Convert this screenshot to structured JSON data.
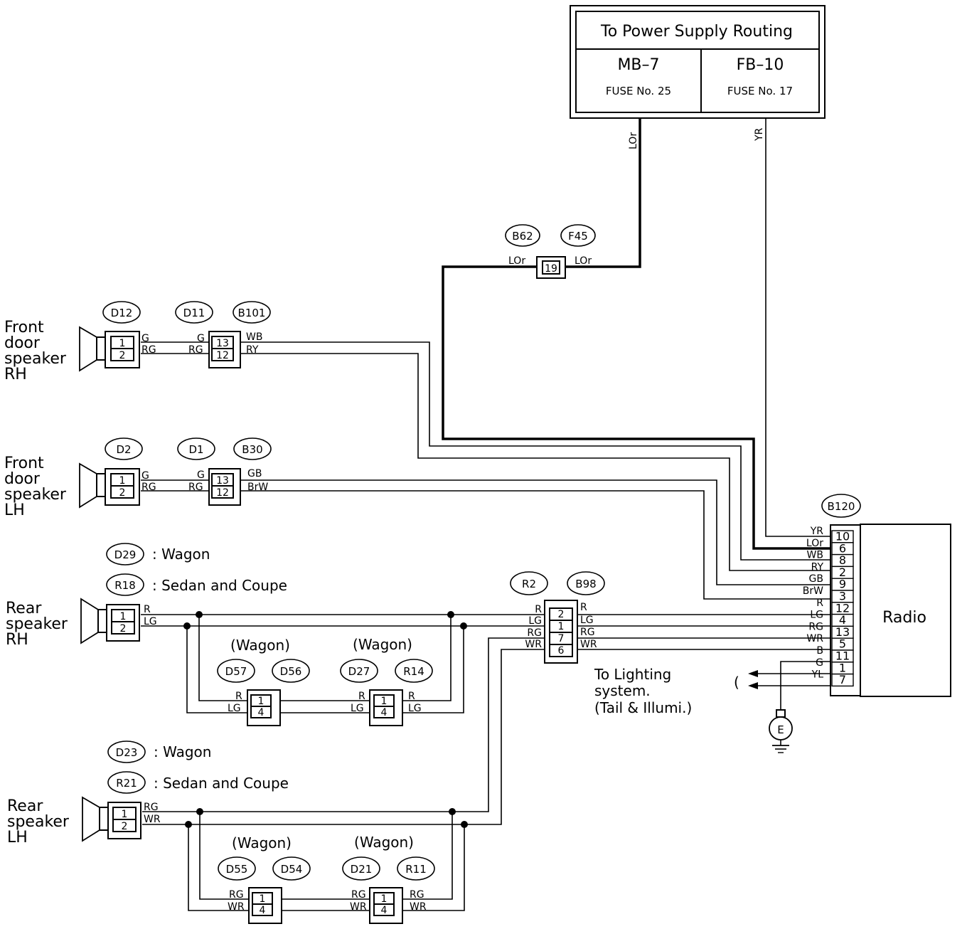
{
  "power_supply": {
    "title": "To Power Supply Routing",
    "left_code": "MB–7",
    "left_fuse": "FUSE No. 25",
    "right_code": "FB–10",
    "right_fuse": "FUSE No. 17"
  },
  "wire_colors": {
    "lor_drop": "LOr",
    "yr_drop": "YR",
    "b62_side": "LOr",
    "f45_side": "LOr"
  },
  "connectors": {
    "b62": "B62",
    "f45": "F45",
    "b62_pin": "19",
    "d12": "D12",
    "d11": "D11",
    "b101": "B101",
    "d2": "D2",
    "d1": "D1",
    "b30": "B30",
    "b120": "B120",
    "r2": "R2",
    "b98": "B98",
    "d29": "D29",
    "r18": "R18",
    "d23": "D23",
    "r21": "R21",
    "d57": "D57",
    "d56": "D56",
    "d27": "D27",
    "r14": "R14",
    "d55": "D55",
    "d54": "D54",
    "d21": "D21",
    "r11": "R11"
  },
  "legend": {
    "d29_text": ": Wagon",
    "r18_text": ": Sedan and Coupe",
    "d23_text": ": Wagon",
    "r21_text": ": Sedan and Coupe",
    "wagon": "(Wagon)"
  },
  "speakers": {
    "front_rh": [
      "Front",
      "door",
      "speaker",
      "RH"
    ],
    "front_lh": [
      "Front",
      "door",
      "speaker",
      "LH"
    ],
    "rear_rh": [
      "Rear",
      "speaker",
      "RH"
    ],
    "rear_lh": [
      "Rear",
      "speaker",
      "LH"
    ]
  },
  "front_rh": {
    "pins": [
      "1",
      "2"
    ],
    "colors": [
      "G",
      "RG"
    ],
    "mid_colors": [
      "G",
      "RG"
    ],
    "mid_pins": [
      "13",
      "12"
    ],
    "out_colors": [
      "WB",
      "RY"
    ]
  },
  "front_lh": {
    "pins": [
      "1",
      "2"
    ],
    "colors": [
      "G",
      "RG"
    ],
    "mid_colors": [
      "G",
      "RG"
    ],
    "mid_pins": [
      "13",
      "12"
    ],
    "out_colors": [
      "GB",
      "BrW"
    ]
  },
  "rear_rh": {
    "pins": [
      "1",
      "2"
    ],
    "colors": [
      "R",
      "LG"
    ],
    "c1_colors": [
      "R",
      "LG"
    ],
    "c1_pins": [
      "1",
      "4"
    ],
    "c2_left_colors": [
      "R",
      "LG"
    ],
    "c2_pins": [
      "1",
      "4"
    ],
    "c2_right_colors": [
      "R",
      "LG"
    ]
  },
  "rear_lh": {
    "pins": [
      "1",
      "2"
    ],
    "colors": [
      "RG",
      "WR"
    ],
    "c1_colors": [
      "RG",
      "WR"
    ],
    "c1_pins": [
      "1",
      "4"
    ],
    "c2_left_colors": [
      "RG",
      "WR"
    ],
    "c2_pins": [
      "1",
      "4"
    ],
    "c2_right_colors": [
      "RG",
      "WR"
    ]
  },
  "r2_b98": {
    "left_colors": [
      "R",
      "LG",
      "RG",
      "WR"
    ],
    "pins": [
      "2",
      "1",
      "7",
      "6"
    ],
    "right_colors": [
      "R",
      "LG",
      "RG",
      "WR"
    ]
  },
  "radio": {
    "label": "Radio",
    "pins": [
      "10",
      "6",
      "8",
      "2",
      "9",
      "3",
      "12",
      "4",
      "13",
      "5",
      "11",
      "1",
      "7"
    ],
    "colors": [
      "YR",
      "LOr",
      "WB",
      "RY",
      "GB",
      "BrW",
      "R",
      "LG",
      "RG",
      "WR",
      "B",
      "G",
      "YL"
    ]
  },
  "lighting": {
    "lines": [
      "To Lighting",
      "system.",
      "(Tail & Illumi.)"
    ]
  },
  "ground": {
    "label": "E"
  }
}
